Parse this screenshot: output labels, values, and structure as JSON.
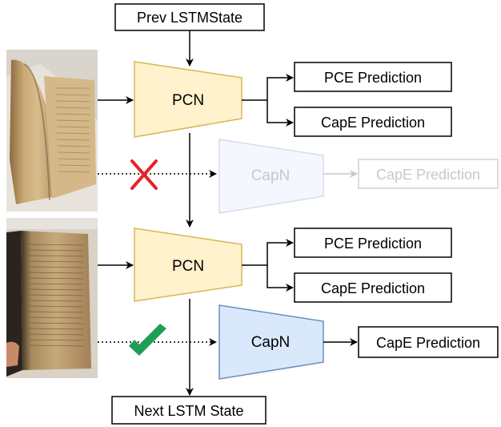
{
  "diagram": {
    "top_box": "Prev LSTMState",
    "bottom_box": "Next LSTM State",
    "step1": {
      "pcn_label": "PCN",
      "output_1": "PCE Prediction",
      "output_2": "CapE Prediction",
      "capn_label": "CapN",
      "capn_output": "CapE Prediction",
      "gate": "cross-icon",
      "active": false
    },
    "step2": {
      "pcn_label": "PCN",
      "output_1": "PCE Prediction",
      "output_2": "CapE Prediction",
      "capn_label": "CapN",
      "capn_output": "CapE Prediction",
      "gate": "checkmark-icon",
      "active": true
    }
  },
  "colors": {
    "pcn_fill": "#fff2cc",
    "pcn_stroke": "#d6b656",
    "capn_fill": "#dae8fc",
    "capn_stroke": "#6c8ebf",
    "faded": "#c8c8c8",
    "cross": "#e8202a",
    "check": "#1f9e57"
  }
}
